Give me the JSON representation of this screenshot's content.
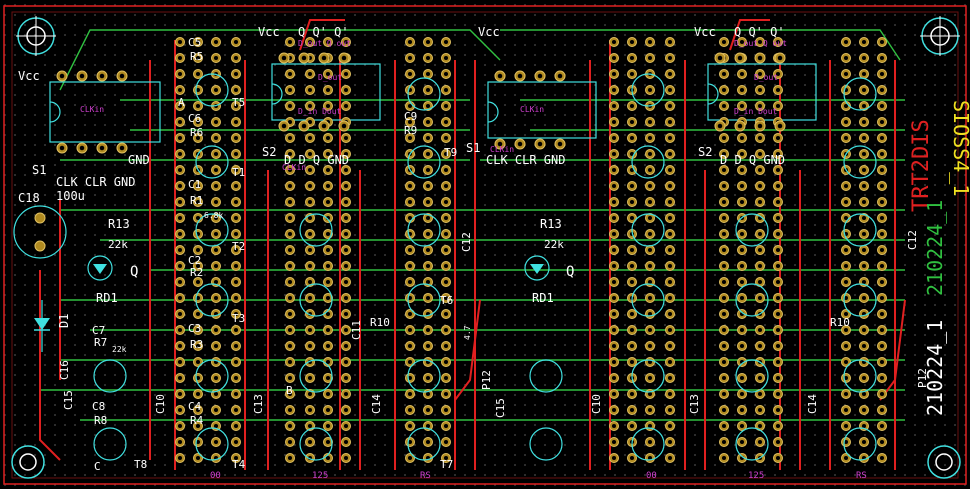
{
  "board": {
    "colors": {
      "background": "#000000",
      "copper_top": "#e02020",
      "copper_bottom": "#30c040",
      "silkscreen": "#40e0e0",
      "pad": "#b08a20",
      "text_white": "#ffffff",
      "text_yellow": "#f0e020",
      "text_magenta": "#d040d0",
      "board_edge": "#e02020"
    }
  },
  "labels": {
    "vcc_left": "Vcc",
    "vcc_mid_a": "Vcc",
    "vcc_mid_b": "Vcc",
    "vcc_right": "Vcc",
    "q_header_a": "Q Q' Q'",
    "q_header_b": "Q Q' Q'",
    "d_out_a": "D_out Q out",
    "d_out_b": "D_out Q out",
    "dout_a": "D_out",
    "dout_b": "D_out",
    "din_a": "D_in Dout",
    "din_b": "D_in Dout",
    "clkin_a": "CLKin",
    "clkin_b": "CLKin",
    "clkin_c": "CLKin",
    "clkin_d": "CLKin",
    "s1_left": "S1",
    "s1_mid": "S1",
    "s2_left": "S2",
    "s2_right": "S2",
    "clk_clr_gnd_left": "CLK CLR GND",
    "clk_clr_gnd_mid": "CLK CLR GND",
    "ddq_gnd_left": "D D Q GND",
    "ddq_gnd_right": "D D Q GND",
    "gnd_top_left": "GND",
    "c18": "C18",
    "c18_value": "100u",
    "r13_left": "R13",
    "r13_mid": "R13",
    "r13_value_left": "22k",
    "r13_value_mid": "22k",
    "rd1_left": "RD1",
    "rd1_mid": "RD1",
    "q_left": "Q",
    "q_mid": "Q",
    "d1": "D1",
    "c16": "C16",
    "c12": "C12",
    "c12_right": "C12",
    "c15": "C15",
    "c15_mid": "C15",
    "c10": "C10",
    "c10_mid": "C10",
    "c13": "C13",
    "c13_mid": "C13",
    "c14": "C14",
    "c14_mid": "C14",
    "c11": "C11",
    "p12": "P12",
    "p12_right": "P12",
    "r10": "R10",
    "r10_right": "R10",
    "c1": "C1",
    "c2": "C2",
    "c3": "C3",
    "c4": "C4",
    "c5": "C5",
    "c6": "C6",
    "c7": "C7",
    "c8": "C8",
    "c9": "C9",
    "r1": "R1",
    "r2": "R2",
    "r3": "R3",
    "r4": "R4",
    "r5": "R5",
    "r6": "R6",
    "r7": "R7",
    "r8": "R8",
    "r9": "R9",
    "t1": "T1",
    "t2": "T2",
    "t3": "T3",
    "t4": "T4",
    "t5": "T5",
    "t6": "T6",
    "t7": "T7",
    "t8": "T8",
    "t9": "T9",
    "a_letter": "A",
    "b_letter": "B",
    "c_letter": "C",
    "bottom_00_a": "00",
    "bottom_125_a": "125",
    "bottom_rs_a": "RS",
    "bottom_00_b": "00",
    "bottom_125_b": "125",
    "bottom_rs_b": "RS",
    "vertical_title": "TRT2DIS",
    "vertical_sub": "SIOSS4_1",
    "vertical_date_green": "210224_1",
    "vertical_date_white": "210224_1",
    "resist_value": "6.8k",
    "r_value_22k": "22k",
    "cap_val": "4.7"
  }
}
